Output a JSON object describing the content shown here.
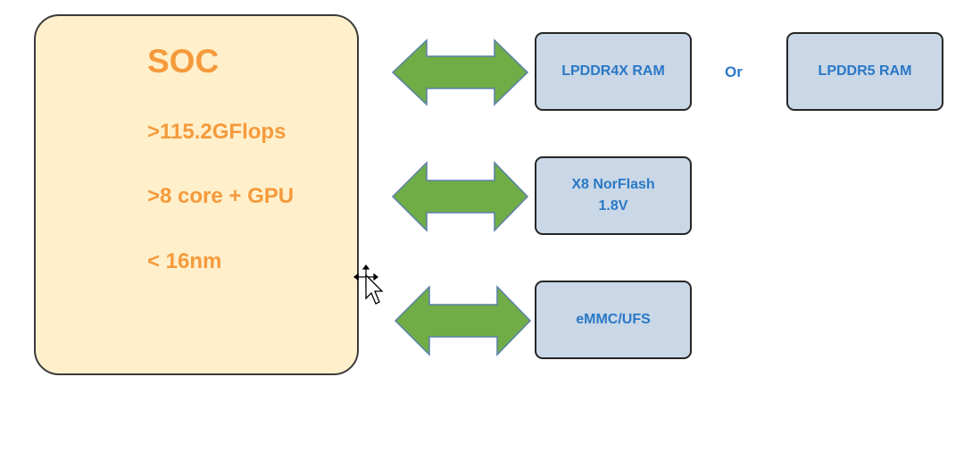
{
  "colors": {
    "soc_fill": "#FFF0CB",
    "soc_text": "#F59A3C",
    "arrow_fill": "#70AD47",
    "arrow_stroke": "#5B7FA8",
    "box_fill": "#C9D7E7",
    "box_text": "#2A78C6"
  },
  "soc": {
    "title": "SOC",
    "specs": [
      ">115.2GFlops",
      ">8 core + GPU",
      "< 16nm"
    ]
  },
  "connections": [
    {
      "arrow": "bidirectional-arrow",
      "target": "LPDDR4X RAM"
    },
    {
      "arrow": "bidirectional-arrow",
      "target": "X8 NorFlash 1.8V"
    },
    {
      "arrow": "bidirectional-arrow",
      "target": "eMMC/UFS"
    }
  ],
  "memory": {
    "ram_primary": "LPDDR4X RAM",
    "or_label": "Or",
    "ram_alternative": "LPDDR5 RAM"
  },
  "flash": {
    "line1": "X8 NorFlash",
    "line2": "1.8V"
  },
  "storage": {
    "label": "eMMC/UFS"
  },
  "cursor": {
    "icon": "move-cursor-icon"
  }
}
